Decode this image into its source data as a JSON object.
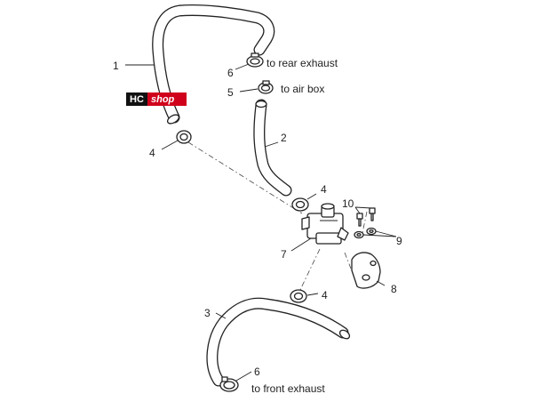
{
  "logo": {
    "left": "HC",
    "right": "shop",
    "color_dark": "#111111",
    "color_accent": "#d0021b"
  },
  "callouts": {
    "c1": "1",
    "c2": "2",
    "c3": "3",
    "c4a": "4",
    "c4b": "4",
    "c4c": "4",
    "c5": "5",
    "c6a": "6",
    "c6b": "6",
    "c7": "7",
    "c8": "8",
    "c9": "9",
    "c10": "10"
  },
  "notes": {
    "rear_exhaust": "to rear exhaust",
    "air_box": "to air box",
    "front_exhaust": "to front exhaust"
  }
}
